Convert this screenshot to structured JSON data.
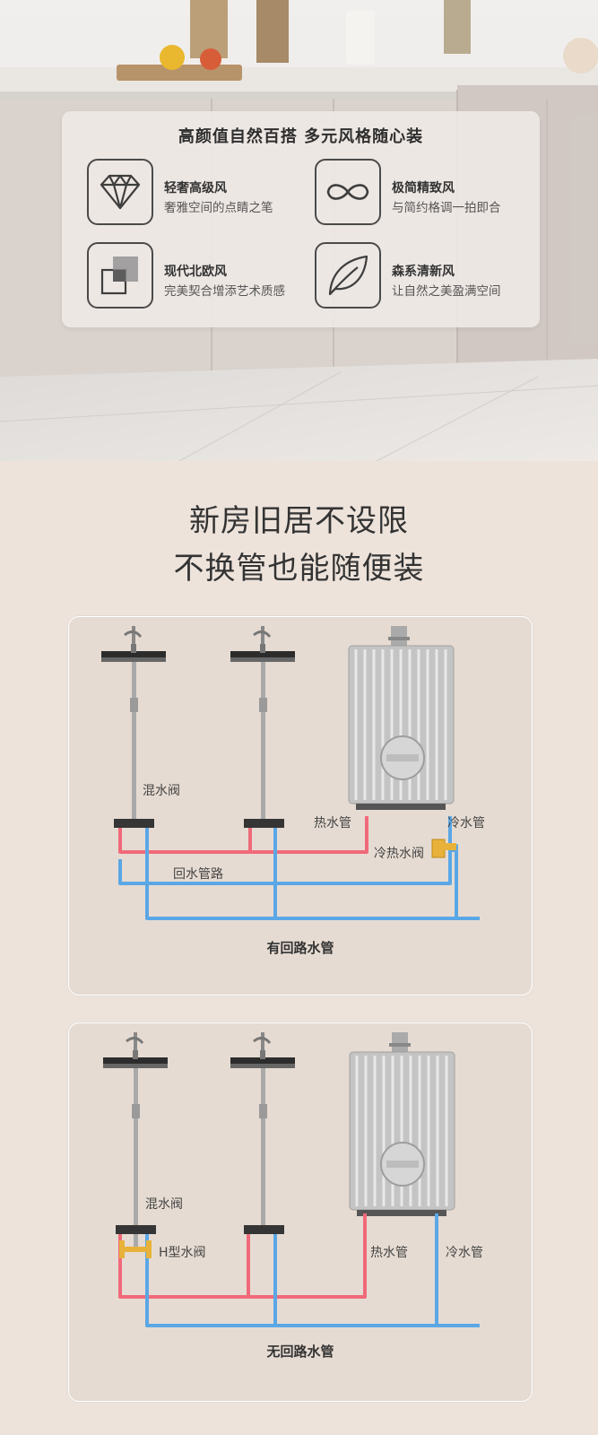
{
  "style_card": {
    "title": "高颜值自然百搭 多元风格随心装",
    "features": [
      {
        "icon": "diamond-icon",
        "title": "轻奢高级风",
        "desc": "奢雅空间的点睛之笔"
      },
      {
        "icon": "infinity-icon",
        "title": "极简精致风",
        "desc": "与简约格调一拍即合"
      },
      {
        "icon": "overlap-squares-icon",
        "title": "现代北欧风",
        "desc": "完美契合增添艺术质感"
      },
      {
        "icon": "leaf-icon",
        "title": "森系清新风",
        "desc": "让自然之美盈满空间"
      }
    ]
  },
  "headline": {
    "line1": "新房旧居不设限",
    "line2": "不换管也能随便装"
  },
  "diagram_with_loop": {
    "mixer_label": "混水阀",
    "hot_pipe_label": "热水管",
    "cold_pipe_label": "冷水管",
    "valve_label": "冷热水阀",
    "loop_label": "回水管路",
    "caption": "有回路水管"
  },
  "diagram_without_loop": {
    "mixer_label": "混水阀",
    "valve_label": "H型水阀",
    "hot_pipe_label": "热水管",
    "cold_pipe_label": "冷水管",
    "caption": "无回路水管"
  },
  "colors": {
    "hot_pipe": "#f06a7a",
    "cold_pipe": "#5aa7e6",
    "valve_brass": "#e8b23a"
  }
}
